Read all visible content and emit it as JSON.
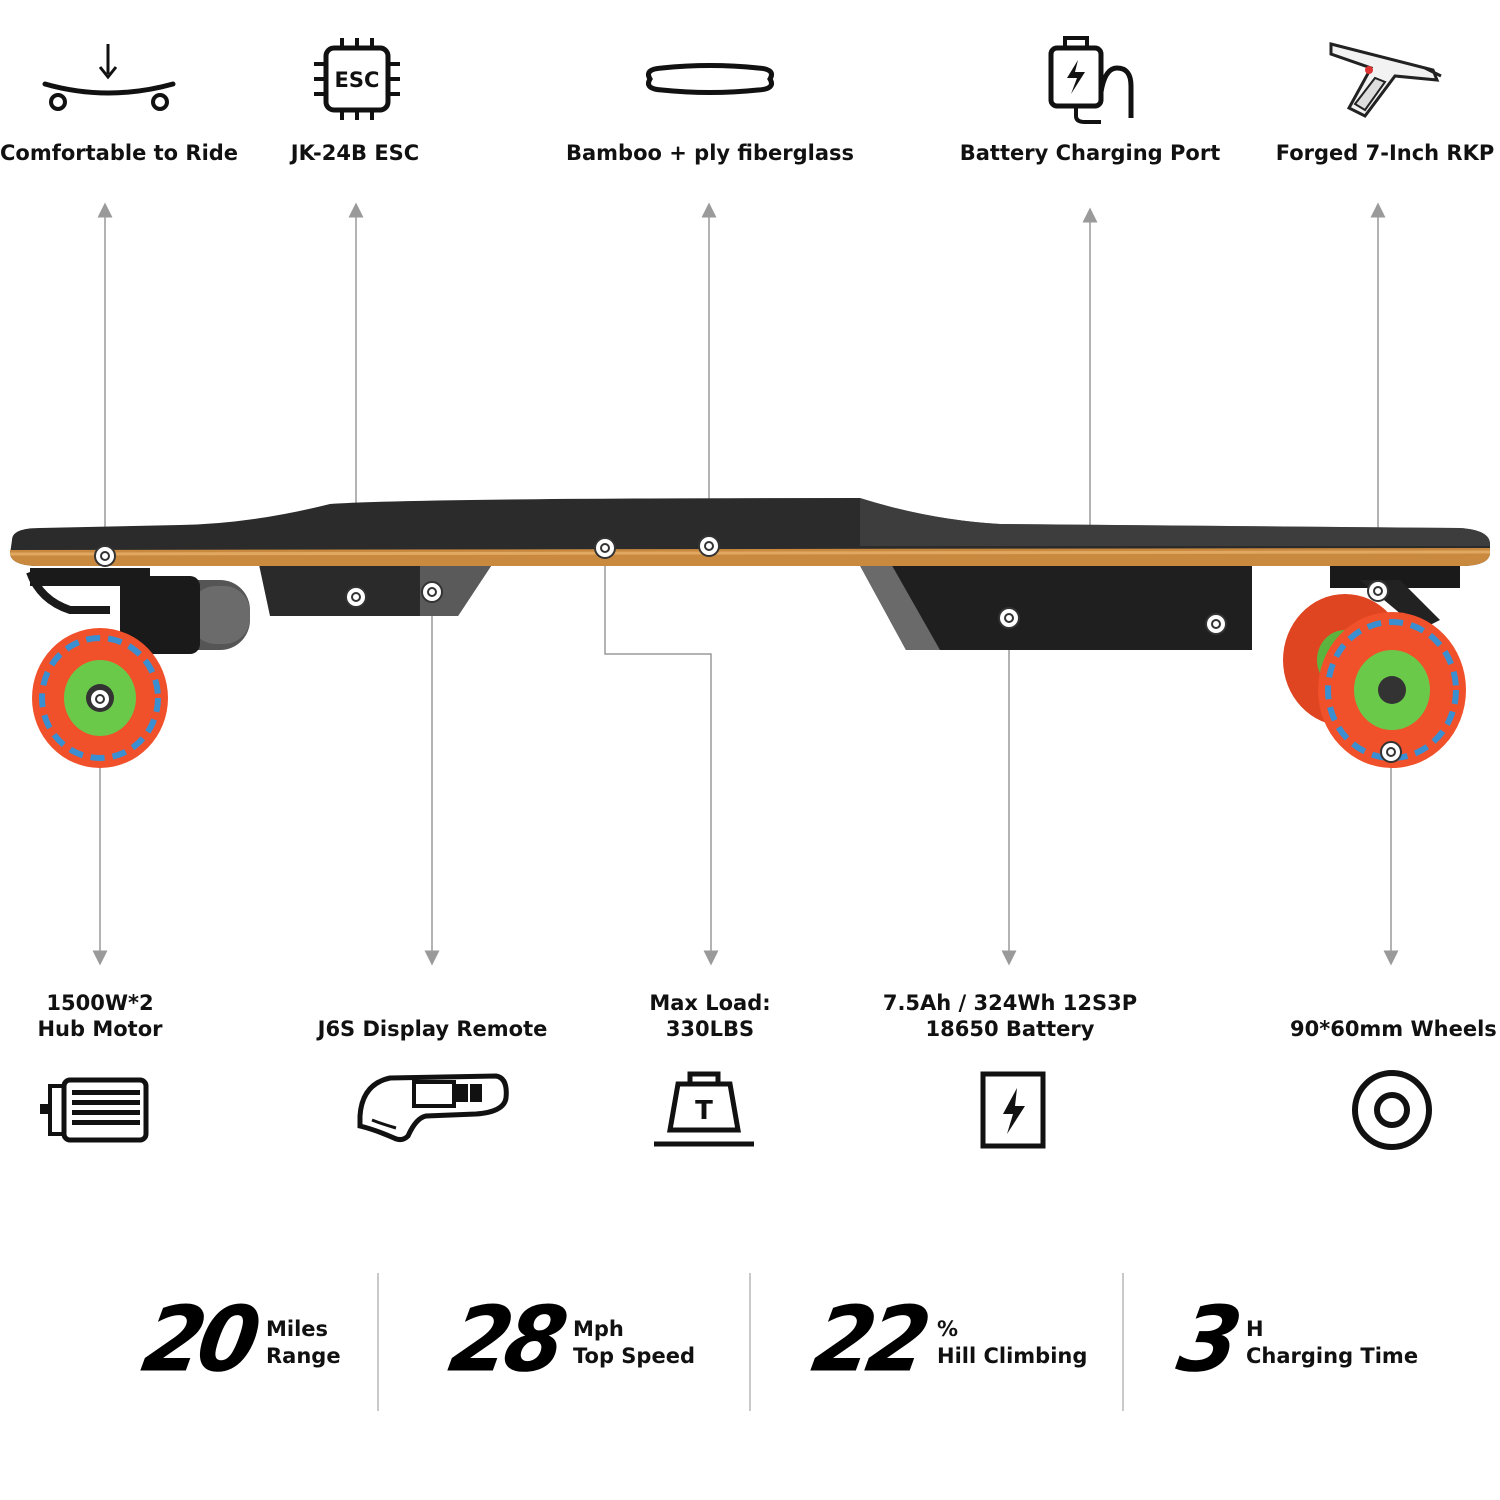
{
  "top_features": [
    {
      "label": "Comfortable to Ride",
      "icon": "skateboard-ride-icon"
    },
    {
      "label": "JK-24B ESC",
      "icon": "esc-chip-icon",
      "icon_text": "ESC"
    },
    {
      "label": "Bamboo + ply fiberglass",
      "icon": "deck-icon"
    },
    {
      "label": "Battery Charging Port",
      "icon": "charging-port-icon"
    },
    {
      "label": "Forged 7-Inch RKP",
      "icon": "truck-icon"
    }
  ],
  "bottom_features": [
    {
      "line1": "1500W*2",
      "line2": "Hub Motor",
      "icon": "motor-icon"
    },
    {
      "line1": "",
      "line2": "J6S Display Remote",
      "icon": "remote-icon"
    },
    {
      "line1": "Max Load:",
      "line2": "330LBS",
      "icon": "weight-icon",
      "icon_text": "T"
    },
    {
      "line1": "7.5Ah / 324Wh 12S3P",
      "line2": "18650 Battery",
      "icon": "battery-icon"
    },
    {
      "line1": "",
      "line2": "90*60mm Wheels",
      "icon": "wheel-icon"
    }
  ],
  "stats": [
    {
      "value": "20",
      "unit": "Miles",
      "label": "Range"
    },
    {
      "value": "28",
      "unit": "Mph",
      "label": "Top Speed"
    },
    {
      "value": "22",
      "unit": "%",
      "label": "Hill Climbing"
    },
    {
      "value": "3",
      "unit": "H",
      "label": "Charging Time"
    }
  ],
  "colors": {
    "deck_grip": "#2b2b2b",
    "bamboo_edge": "#c9893f",
    "wheel": "#f0502a",
    "wheel_hub": "#6bc94a",
    "wheel_ring": "#3b8fd0",
    "enclosure": "#1f1f1f",
    "callout_line": "#9a9a9a"
  }
}
